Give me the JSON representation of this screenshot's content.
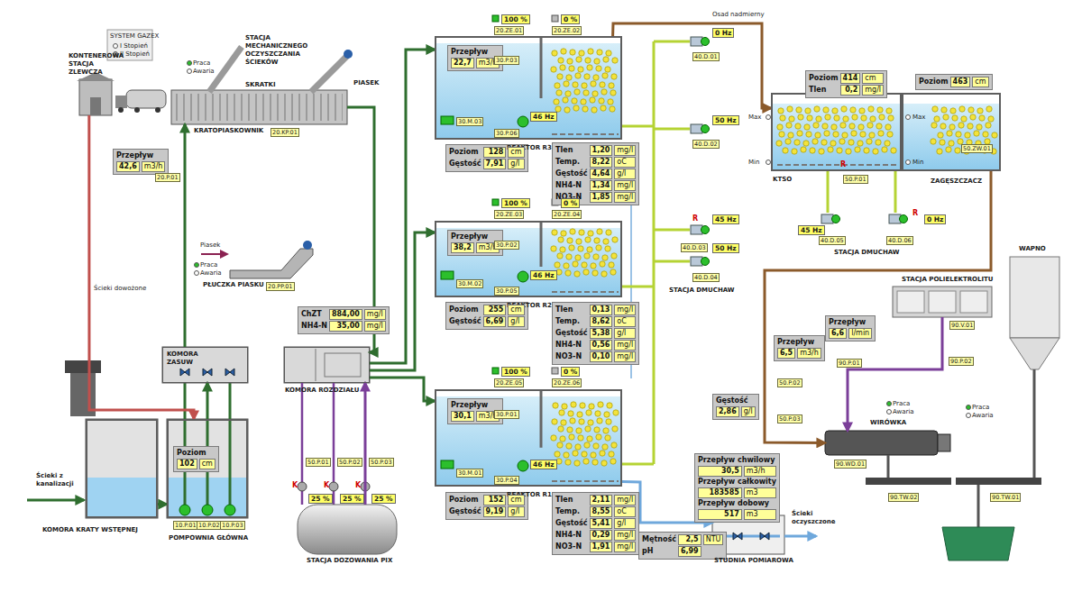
{
  "diagram": {
    "nodes": [
      {
        "text": [
          "KONTENEROWA STACJA ZLEWCZA"
        ]
      },
      {
        "text": [
          "KRATOPIASKOWNIK"
        ]
      },
      {
        "text": [
          "Przepływ",
          "42,6",
          "m3/h"
        ]
      },
      {
        "text": [
          "PŁUCZKA PIASKU"
        ]
      },
      {
        "text": [
          "KOMORA KRATY WSTĘPNEJ"
        ]
      },
      {
        "text": [
          "POMPOWNIA GŁÓWNA"
        ]
      },
      {
        "text": [
          "Poziom",
          "102",
          "cm"
        ],
        "in": 5
      },
      {
        "text": [
          "KOMORA ZASUW"
        ]
      },
      {
        "text": [
          "ChZT",
          "884,00",
          "mg/l",
          "NH4-N",
          "35,00",
          "mg/l"
        ]
      },
      {
        "text": [
          "KOMORA ROZDZIAŁU"
        ]
      },
      {
        "text": [
          "STACJA DOZOWANIA PIX"
        ]
      },
      {
        "text": [
          "REAKTOR R3"
        ]
      },
      {
        "text": [
          "Przepływ",
          "22,7",
          "m3/h"
        ],
        "in": 11
      },
      {
        "text": [
          "Poziom",
          "128",
          "cm",
          "Gęstość",
          "7,91",
          "g/l"
        ]
      },
      {
        "text": [
          "Tlen",
          "1,20",
          "mg/l",
          "Temp.",
          "8,22",
          "oC",
          "Gęstość",
          "4,64",
          "g/l",
          "NH4-N",
          "1,34",
          "mg/l",
          "NO3-N",
          "1,85",
          "mg/l"
        ]
      },
      {
        "text": [
          "REAKTOR R2"
        ]
      },
      {
        "text": [
          "Przepływ",
          "38,2",
          "m3/h"
        ],
        "in": 15
      },
      {
        "text": [
          "Poziom",
          "255",
          "cm",
          "Gęstość",
          "6,69",
          "g/l"
        ]
      },
      {
        "text": [
          "Tlen",
          "0,13",
          "mg/l",
          "Temp.",
          "8,62",
          "oC",
          "Gęstość",
          "5,38",
          "g/l",
          "NH4-N",
          "0,56",
          "mg/l",
          "NO3-N",
          "0,10",
          "mg/l"
        ]
      },
      {
        "text": [
          "REAKTOR R1"
        ]
      },
      {
        "text": [
          "Przepływ",
          "30,1",
          "m3/h"
        ],
        "in": 19
      },
      {
        "text": [
          "Poziom",
          "152",
          "cm",
          "Gęstość",
          "9,19",
          "g/l"
        ]
      },
      {
        "text": [
          "Tlen",
          "2,11",
          "mg/l",
          "Temp.",
          "8,55",
          "oC",
          "Gęstość",
          "5,41",
          "g/l",
          "NH4-N",
          "0,29",
          "mg/l",
          "NO3-N",
          "1,91",
          "mg/l"
        ]
      },
      {
        "text": [
          "KTSO"
        ]
      },
      {
        "text": [
          "Poziom",
          "414",
          "cm",
          "Tlen",
          "0,2",
          "mg/l"
        ]
      },
      {
        "text": [
          "ZAGĘSZCZACZ"
        ]
      },
      {
        "text": [
          "Poziom",
          "463",
          "cm"
        ]
      },
      {
        "text": [
          "STACJA POLIELEKTROLITU"
        ]
      },
      {
        "text": [
          "Przepływ",
          "6,6",
          "l/min"
        ]
      },
      {
        "text": [
          "Przepływ",
          "6,5",
          "m3/h"
        ]
      },
      {
        "text": [
          "Gęstość",
          "2,86",
          "g/l"
        ]
      },
      {
        "text": [
          "WIRÓWKA"
        ]
      },
      {
        "text": [
          "WAPNO"
        ]
      },
      {
        "text": [
          "Przepływ chwilowy",
          "30,5",
          "m3/h",
          "Przepływ całkowity",
          "183585",
          "m3",
          "Przepływ dobowy",
          "517",
          "m3"
        ]
      },
      {
        "text": [
          "STUDNIA POMIAROWA"
        ]
      },
      {
        "text": [
          "Mętność",
          "2,5",
          "NTU",
          "pH",
          "6,99"
        ]
      }
    ],
    "edges": [
      {
        "from": 0,
        "to": 5,
        "arrow": "to"
      },
      {
        "from": 4,
        "to": 5,
        "arrow": "to"
      },
      {
        "from": 5,
        "to": 7,
        "arrow": "to"
      },
      {
        "from": 7,
        "to": 1,
        "arrow": "to"
      },
      {
        "from": 1,
        "to": 9,
        "arrow": "to"
      },
      {
        "from": 10,
        "to": 9,
        "arrow": "to"
      },
      {
        "from": 9,
        "to": 11,
        "arrow": "to"
      },
      {
        "from": 9,
        "to": 15,
        "arrow": "to"
      },
      {
        "from": 9,
        "to": 19,
        "arrow": "to"
      },
      {
        "from": 11,
        "to": 23,
        "arrow": "to"
      },
      {
        "from": 19,
        "to": 34,
        "arrow": "to"
      },
      {
        "from": 25,
        "to": 31,
        "arrow": "to"
      },
      {
        "from": 27,
        "to": 31,
        "arrow": "to"
      }
    ],
    "labels": [
      "SYSTEM GAZEX",
      "STACJA MECHANICZNEGO OCZYSZCZANIA ŚCIEKÓW",
      "Praca",
      "Awaria",
      "SKRATKI",
      "PIASEK",
      "20.KP.01",
      "20.P.01",
      "Piasek",
      "Praca",
      "Awaria",
      "20.PP.01",
      "Ścieki dowożone",
      "Ścieki z kanalizacji",
      "10.P.01",
      "10.P.02",
      "10.P.03",
      "50.P.01",
      "50.P.02",
      "50.P.03",
      "K",
      "K",
      "K",
      "25 %",
      "25 %",
      "25 %",
      "100 %",
      "20.ZE.01",
      "0 %",
      "20.ZE.02",
      "30.P.03",
      "30.M.03",
      "30.P.06",
      "46 Hz",
      "100 %",
      "20.ZE.03",
      "0 %",
      "20.ZE.04",
      "30.P.02",
      "30.M.02",
      "30.P.05",
      "46 Hz",
      "100 %",
      "20.ZE.05",
      "0 %",
      "20.ZE.06",
      "30.P.01",
      "30.M.01",
      "30.P.04",
      "46 Hz",
      "Osad nadmierny",
      "0 Hz",
      "40.D.01",
      "50 Hz",
      "40.D.02",
      "R",
      "45 Hz",
      "40.D.03",
      "50 Hz",
      "40.D.04",
      "STACJA DMUCHAW",
      "Max",
      "Min",
      "R",
      "50.P.01",
      "Max",
      "Min",
      "50.ZW.01",
      "45 Hz",
      "40.D.05",
      "R",
      "0 Hz",
      "40.D.06",
      "STACJA DMUCHAW",
      "90.V.01",
      "90.P.01",
      "90.P.02",
      "50.P.02",
      "50.P.03",
      "Praca",
      "Awaria",
      "90.WD.01",
      "90.TW.02",
      "90.TW.01",
      "Praca",
      "Awaria",
      "Ścieki oczyszczone"
    ],
    "legend": [
      {
        "text": "I Stopień"
      },
      {
        "text": "II Stopień"
      }
    ]
  }
}
